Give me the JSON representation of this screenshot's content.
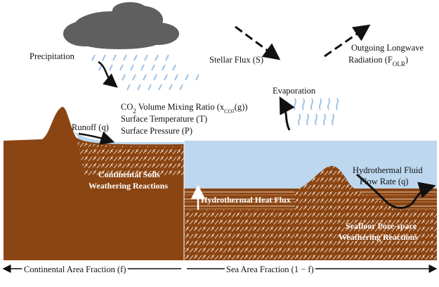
{
  "labels": {
    "precipitation": "Precipitation",
    "stellar_flux": "Stellar Flux (S)",
    "olr_line1": "Outgoing Longwave",
    "olr_line2": "Radiation (F",
    "olr_sub": "OLR",
    "olr_close": ")",
    "evaporation": "Evaporation",
    "co2_prefix": "CO",
    "co2_sub": "2",
    "co2_mid": " Volume Mixing Ratio (x",
    "co2_xsub": "CO",
    "co2_xsub2": "2",
    "co2_end": "(g))",
    "surface_temperature": "Surface Temperature (T)",
    "surface_pressure": "Surface Pressure (P)",
    "runoff": "Runoff (q)",
    "continental_soils_1": "Continental Soils",
    "continental_soils_2": "Weathering Reactions",
    "hydrothermal_heat_flux": "Hydrothermal Heat Flux",
    "hydrothermal_fluid_1": "Hydrothermal Fluid",
    "hydrothermal_fluid_2": "Flow Rate (q)",
    "seafloor_1": "Seafloor Pore-space",
    "seafloor_2": "Weathering Reactions",
    "continental_area": "Continental Area Fraction (f)",
    "sea_area": "Sea Area Fraction (1 − f)"
  },
  "colors": {
    "land": "#8B4513",
    "land_dark": "#6e3510",
    "ocean": "#bcd7ee",
    "cloud": "#5f5f5f",
    "rain": "#9ec3e6",
    "hatch": "#f5e6d6",
    "ink": "#111111"
  }
}
